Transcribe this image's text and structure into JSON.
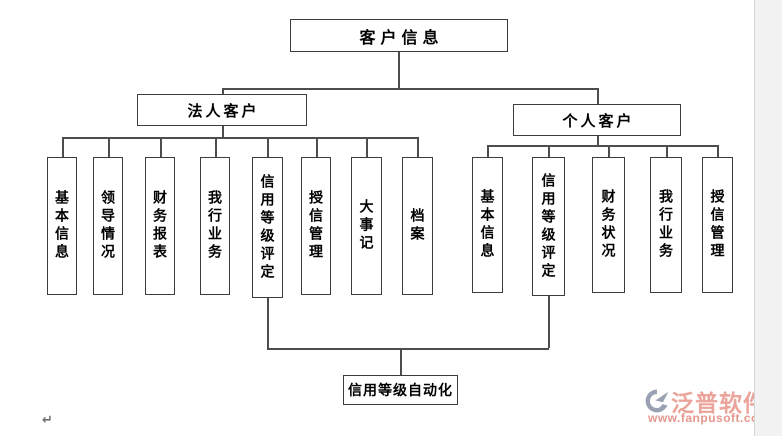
{
  "page": {
    "background": "#ffffff",
    "line_color": "#4d4d4d",
    "border_color": "#3c3c3c",
    "paragraph_mark": "↵"
  },
  "tree": {
    "root": {
      "label": "客户信息"
    },
    "branches": [
      {
        "label": "法人客户",
        "children": [
          {
            "label": "基本信息"
          },
          {
            "label": "领导情况"
          },
          {
            "label": "财务报表"
          },
          {
            "label": "我行业务"
          },
          {
            "label": "信用等级评定"
          },
          {
            "label": "授信管理"
          },
          {
            "label": "大事记"
          },
          {
            "label": "档案"
          }
        ]
      },
      {
        "label": "个人客户",
        "children": [
          {
            "label": "基本信息"
          },
          {
            "label": "信用等级评定"
          },
          {
            "label": "财务状况"
          },
          {
            "label": "我行业务"
          },
          {
            "label": "授信管理"
          }
        ]
      }
    ],
    "merge_node": {
      "label": "信用等级自动化"
    }
  },
  "watermark": {
    "brand": "泛普软件",
    "url": "www.fanpusoft.com",
    "brand_color": "#eba49b",
    "url_color": "#e5978e",
    "logo_color": "#99a1b3"
  }
}
